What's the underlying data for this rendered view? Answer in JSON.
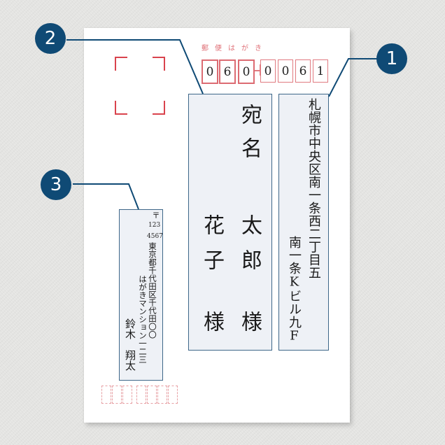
{
  "postcard": {
    "postal_label": "郵便はがき",
    "postal_code_digits": [
      "0",
      "6",
      "0",
      "0",
      "0",
      "6",
      "1"
    ],
    "recipient_address": {
      "line1": "札幌市中央区南一条西二丁目五",
      "line2": "南一条Kビル九F"
    },
    "recipient_names": {
      "line_main": "宛名",
      "first_person": "太郎",
      "second_person": "花子",
      "honorific1": "様",
      "honorific2": "様"
    },
    "sender": {
      "postal_mark": "〒",
      "postal_code_1": "123",
      "postal_code_2": "4567",
      "address1": "東京都千代田区千代田〇〇",
      "address2": "はがきマンション一二三",
      "name_family": "鈴木",
      "name_given": "翔太"
    }
  },
  "callouts": [
    {
      "number": "1",
      "target": "recipient-address-field"
    },
    {
      "number": "2",
      "target": "recipient-name-field"
    },
    {
      "number": "3",
      "target": "sender-field"
    }
  ],
  "colors": {
    "callout": "#0f4a75",
    "field_border": "#3e6789",
    "field_fill": "#eef1f6",
    "postal_red": "#e07a80",
    "stamp_red": "#d9434d"
  }
}
